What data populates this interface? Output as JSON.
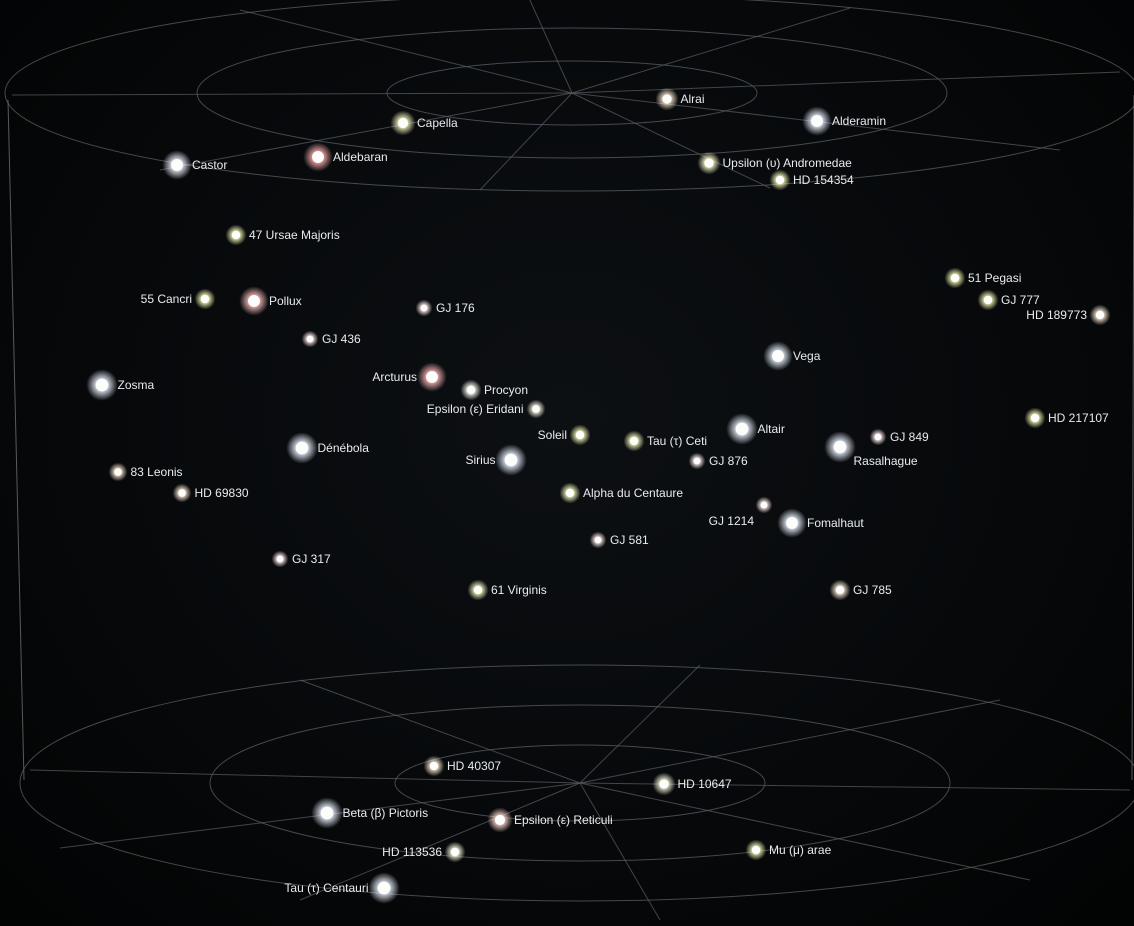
{
  "stars": [
    {
      "name": "Alrai",
      "color": "#f3e2c8",
      "size": 7
    },
    {
      "name": "Capella",
      "color": "#f4f7c0",
      "size": 8
    },
    {
      "name": "Alderamin",
      "color": "#e8f1ff",
      "size": 10
    },
    {
      "name": "Castor",
      "color": "#eef3ff",
      "size": 10
    },
    {
      "name": "Aldebaran",
      "color": "#ffb0b0",
      "size": 10
    },
    {
      "name": "Upsilon (υ) Andromedae",
      "color": "#f6f6c2",
      "size": 7
    },
    {
      "name": "HD 154354",
      "color": "#f2f7b0",
      "size": 6
    },
    {
      "name": "47 Ursae Majoris",
      "color": "#f3f6b0",
      "size": 6
    },
    {
      "name": "51 Pegasi",
      "color": "#f3f6b0",
      "size": 6
    },
    {
      "name": "GJ 777",
      "color": "#f3f6b0",
      "size": 6
    },
    {
      "name": "HD 189773",
      "color": "#f7e6d0",
      "size": 6
    },
    {
      "name": "55 Cancri",
      "color": "#f3f6b0",
      "size": 6
    },
    {
      "name": "Pollux",
      "color": "#ffc0c0",
      "size": 10
    },
    {
      "name": "GJ 176",
      "color": "#fde6e6",
      "size": 4
    },
    {
      "name": "GJ 436",
      "color": "#fde6e6",
      "size": 4
    },
    {
      "name": "Vega",
      "color": "#eaf2ff",
      "size": 10
    },
    {
      "name": "Zosma",
      "color": "#eaf2ff",
      "size": 11
    },
    {
      "name": "Arcturus",
      "color": "#ffb8b8",
      "size": 10
    },
    {
      "name": "Procyon",
      "color": "#f4f7e8",
      "size": 6
    },
    {
      "name": "Epsilon (ε) Eridani",
      "color": "#f6efe0",
      "size": 5
    },
    {
      "name": "HD 217107",
      "color": "#f3f6b0",
      "size": 6
    },
    {
      "name": "Soleil",
      "color": "#f0f6b0",
      "size": 6
    },
    {
      "name": "Tau (τ) Ceti",
      "color": "#f0f6b8",
      "size": 6
    },
    {
      "name": "Altair",
      "color": "#eaf2ff",
      "size": 11
    },
    {
      "name": "GJ 849",
      "color": "#fde6e6",
      "size": 4
    },
    {
      "name": "Dénébola",
      "color": "#eaf2ff",
      "size": 11
    },
    {
      "name": "Sirius",
      "color": "#eaf2ff",
      "size": 11
    },
    {
      "name": "GJ 876",
      "color": "#fde6e6",
      "size": 4
    },
    {
      "name": "Rasalhague",
      "color": "#eaf2ff",
      "size": 11
    },
    {
      "name": "83 Leonis",
      "color": "#f7e0c8",
      "size": 5
    },
    {
      "name": "HD 69830",
      "color": "#f7e6d0",
      "size": 5
    },
    {
      "name": "Alpha du Centaure",
      "color": "#f0f6b8",
      "size": 6
    },
    {
      "name": "GJ 1214",
      "color": "#fde6e6",
      "size": 4
    },
    {
      "name": "Fomalhaut",
      "color": "#eaf2ff",
      "size": 10
    },
    {
      "name": "GJ 581",
      "color": "#fde6e6",
      "size": 4
    },
    {
      "name": "GJ 317",
      "color": "#fde6e6",
      "size": 4
    },
    {
      "name": "61 Virginis",
      "color": "#f0f6b8",
      "size": 6
    },
    {
      "name": "GJ 785",
      "color": "#f7e6d0",
      "size": 6
    },
    {
      "name": "HD 40307",
      "color": "#f7e6d0",
      "size": 6
    },
    {
      "name": "HD 10647",
      "color": "#f3f6d8",
      "size": 7
    },
    {
      "name": "Beta (β) Pictoris",
      "color": "#eaf2ff",
      "size": 11
    },
    {
      "name": "Epsilon (ε) Reticuli",
      "color": "#ffd8d0",
      "size": 8
    },
    {
      "name": "HD 113536",
      "color": "#f3f6d8",
      "size": 6
    },
    {
      "name": "Mu (μ) arae",
      "color": "#f0f6b8",
      "size": 6
    },
    {
      "name": "Tau (τ) Centauri",
      "color": "#eaf2ff",
      "size": 11
    }
  ]
}
